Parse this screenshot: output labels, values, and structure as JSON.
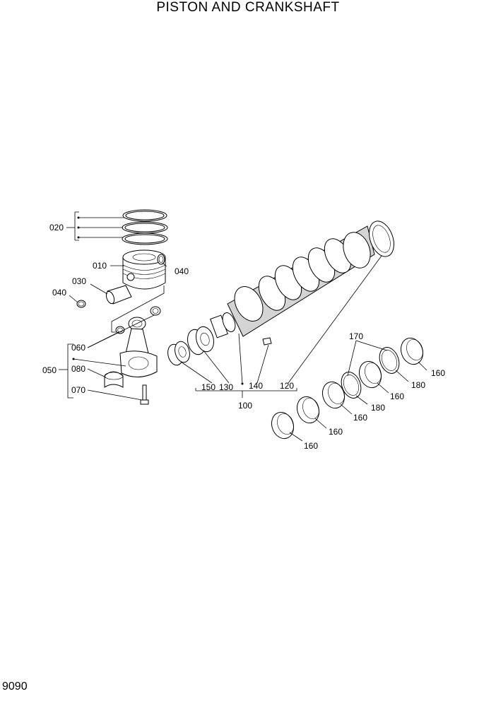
{
  "title": "PISTON AND CRANKSHAFT",
  "page_number": "9090",
  "callouts": {
    "c010": "010",
    "c020": "020",
    "c030": "030",
    "c040a": "040",
    "c040b": "040",
    "c050": "050",
    "c060": "060",
    "c070": "070",
    "c080": "080",
    "c100": "100",
    "c120": "120",
    "c130": "130",
    "c140": "140",
    "c150": "150",
    "c160a": "160",
    "c160b": "160",
    "c160c": "160",
    "c160d": "160",
    "c160e": "160",
    "c170": "170",
    "c180a": "180",
    "c180b": "180"
  }
}
